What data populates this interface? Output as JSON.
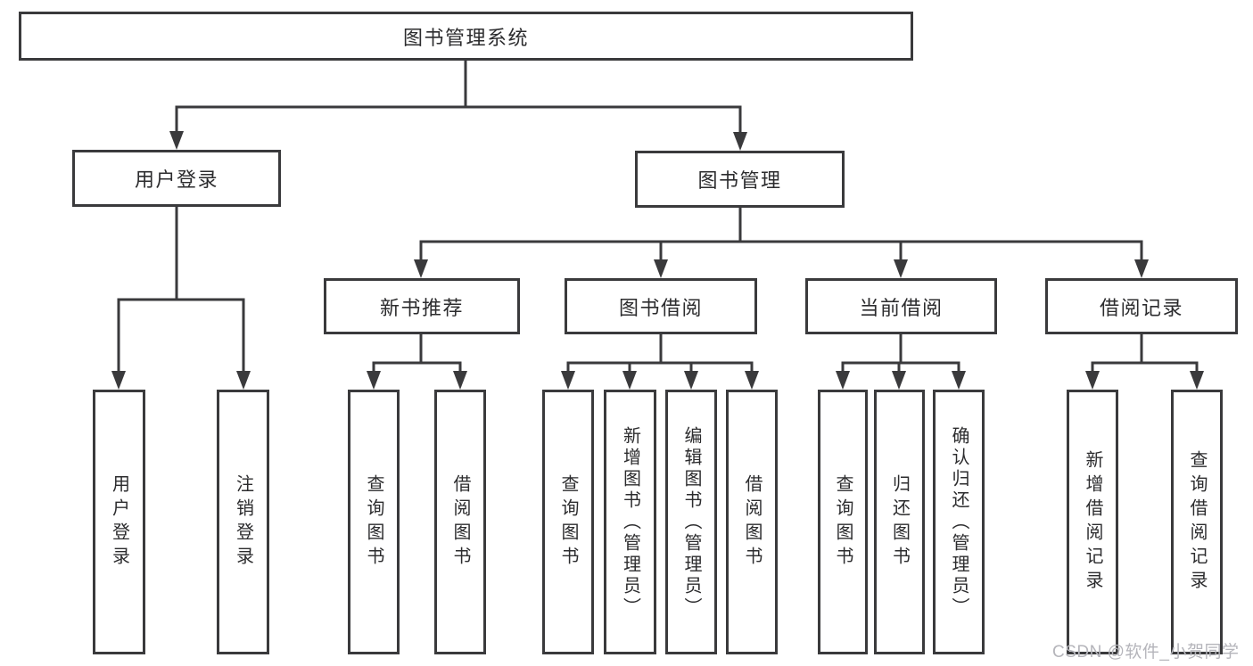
{
  "diagram": {
    "root": "图书管理系统",
    "children": [
      {
        "label": "用户登录",
        "children": [
          "用户登录",
          "注销登录"
        ]
      },
      {
        "label": "图书管理",
        "children": [
          {
            "label": "新书推荐",
            "children": [
              "查询图书",
              "借阅图书"
            ]
          },
          {
            "label": "图书借阅",
            "children": [
              "查询图书",
              "新增图书（管理员）",
              "编辑图书（管理员）",
              "借阅图书"
            ]
          },
          {
            "label": "当前借阅",
            "children": [
              "查询图书",
              "归还图书",
              "确认归还（管理员）"
            ]
          },
          {
            "label": "借阅记录",
            "children": [
              "新增借阅记录",
              "查询借阅记录"
            ]
          }
        ]
      }
    ]
  },
  "watermark": "CSDN @软件_小贺同学",
  "colors": {
    "line": "#3a3a3c",
    "box_border": "#3a3a3c",
    "text": "#2c2c2e",
    "watermark": "#b5b5bb",
    "background": "#ffffff"
  }
}
